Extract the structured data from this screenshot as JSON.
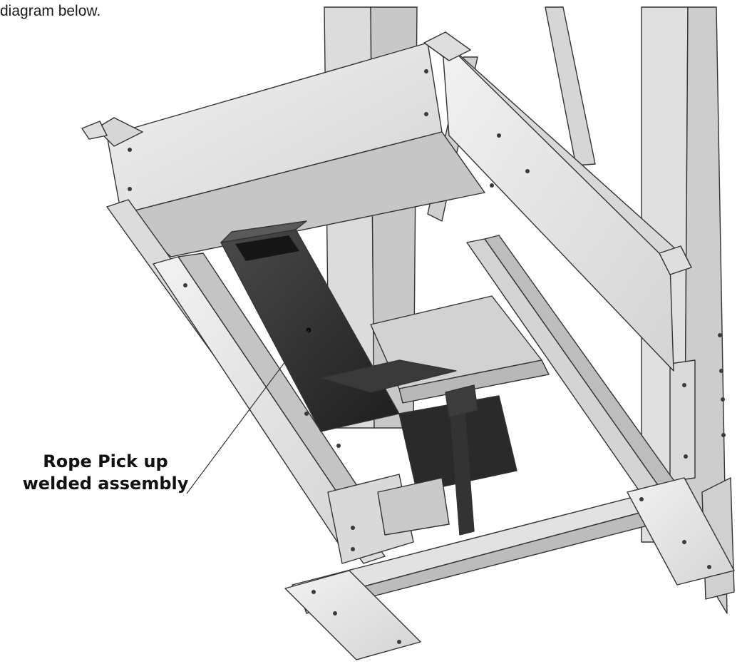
{
  "caption": {
    "text_fragment": "diagram below."
  },
  "callout": {
    "line1": "Rope Pick up",
    "line2": "welded assembly"
  },
  "colors": {
    "frame_light": "#e6e6e6",
    "frame_mid": "#cfcfcf",
    "frame_shadow": "#a9a9a9",
    "highlight_part": "#2e2e2e",
    "edge": "#333333"
  }
}
